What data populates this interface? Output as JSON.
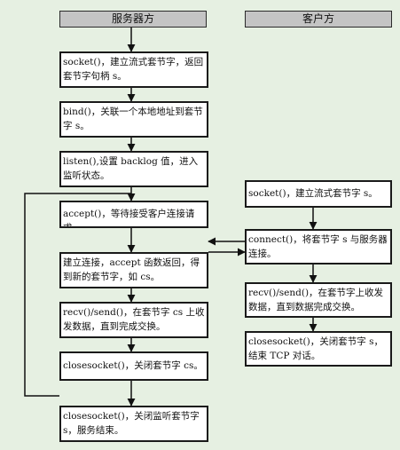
{
  "headers": {
    "server": "服务器方",
    "client": "客户方"
  },
  "server_steps": [
    "socket()，建立流式套节字，返回套节字句柄 s。",
    "bind()，关联一个本地地址到套节字 s。",
    "listen(),设置 backlog 值，进入监听状态。",
    "accept()，等待接受客户连接请求。",
    "建立连接，accept 函数返回，得到新的套节字，如 cs。",
    "recv()/send()，在套节字 cs 上收发数据，直到完成交换。",
    "closesocket()，关闭套节字 cs。",
    "closesocket()，关闭监听套节字 s，服务结束。"
  ],
  "client_steps": [
    "socket()，建立流式套节字 s。",
    "connect()，将套节字 s 与服务器连接。",
    "recv()/send()，在套节字上收发数据，直到数据完成交换。",
    "closesocket()，关闭套节字 s，结束 TCP 对话。"
  ]
}
